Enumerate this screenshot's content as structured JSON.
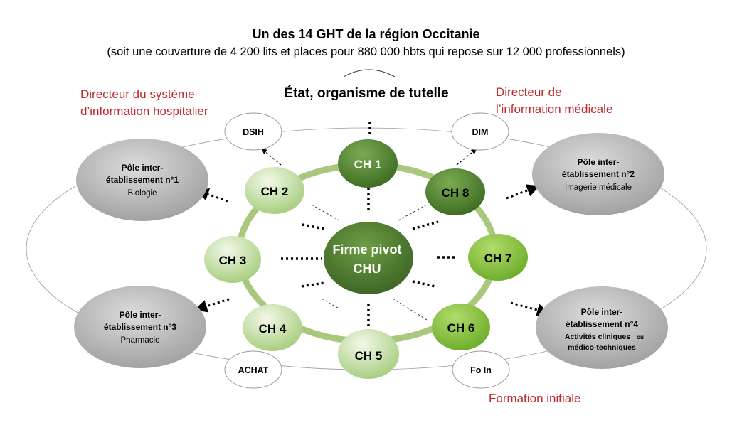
{
  "header": {
    "title": "Un des 14 GHT de la région Occitanie",
    "subtitle": "(soit une couverture de 4 200 lits et places pour 880 000 hbts qui repose sur 12 000 professionnels)"
  },
  "tutelle": "État, organisme de tutelle",
  "annotations": {
    "dsih_full": [
      "Directeur du système",
      "d’information hospitalier"
    ],
    "dim_full": [
      "Directeur de",
      "l’information médicale"
    ],
    "foin_full": "Formation initiale"
  },
  "center": {
    "line1": "Firme pivot",
    "line2": "CHU"
  },
  "hospitals": [
    {
      "label": "CH 1",
      "color": "#5e8f3a"
    },
    {
      "label": "CH 2",
      "color": "#c9e2a4"
    },
    {
      "label": "CH 3",
      "color": "#d7ebbf"
    },
    {
      "label": "CH 4",
      "color": "#b6d78c"
    },
    {
      "label": "CH 5",
      "color": "#b8d893"
    },
    {
      "label": "CH 6",
      "color": "#8cc63f"
    },
    {
      "label": "CH 7",
      "color": "#8cc63f"
    },
    {
      "label": "CH 8",
      "color": "#5e8f3a"
    }
  ],
  "services": {
    "dsih": "DSIH",
    "dim": "DIM",
    "achat": "ACHAT",
    "foin": "Fo In"
  },
  "poles": {
    "p1": {
      "line1": "Pôle inter-",
      "line2": "établissement n°1",
      "line3": "Biologie"
    },
    "p2": {
      "line1": "Pôle inter-",
      "line2": "établissement n°2",
      "line3": "Imagerie médicale"
    },
    "p3": {
      "line1": "Pôle inter-",
      "line2": "établissement n°3",
      "line3": "Pharmacie"
    },
    "p4": {
      "line1": "Pôle inter-",
      "line2": "établissement n°4",
      "line3a": "Activités cliniques",
      "line3b": "ou",
      "line4": "médico-techniques"
    }
  }
}
